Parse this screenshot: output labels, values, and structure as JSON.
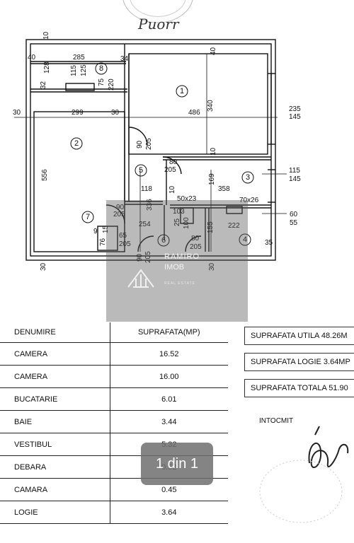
{
  "plan": {
    "signature_top": "Puorr",
    "rooms": [
      "1",
      "2",
      "3",
      "4",
      "5",
      "6",
      "7",
      "8"
    ],
    "dims": {
      "d40a": "40",
      "d285": "285",
      "d34": "34",
      "d10a": "10",
      "d40b": "40",
      "d10b": "10",
      "d128": "128",
      "d115": "115",
      "d125": "125",
      "d32": "32",
      "d75": "75",
      "d220": "220",
      "d30a": "30",
      "d299": "299",
      "d30b": "30",
      "d486": "486",
      "d340": "340",
      "d235": "235",
      "d145a": "145",
      "d556": "556",
      "d90a": "90",
      "d205a": "205",
      "d80a": "80",
      "d205b": "205",
      "d115b": "115",
      "d145b": "145",
      "d118": "118",
      "d169": "169",
      "d10c": "10",
      "d358": "358",
      "d50x23": "50x23",
      "d70x26": "70x26",
      "d336": "336",
      "d90b": "90",
      "d205c": "205",
      "d103": "103",
      "d25": "25",
      "d100": "100",
      "d60": "60",
      "d55": "55",
      "d9": "9",
      "d15": "15",
      "d65": "65",
      "d254": "254",
      "d155": "155",
      "d222": "222",
      "d76": "76",
      "d205d": "205",
      "d80b": "80",
      "d205e": "205",
      "d35": "35",
      "d90c": "90",
      "d205f": "205",
      "d30c": "30",
      "d30d": "30"
    }
  },
  "watermark": {
    "brand": "RAMIRO",
    "sub": "IMOB",
    "tag": "REAL ESTATE"
  },
  "table": {
    "header": {
      "name": "DENUMIRE",
      "value": "SUPRAFATA(MP)"
    },
    "rows": [
      {
        "name": "CAMERA",
        "value": "16.52"
      },
      {
        "name": "CAMERA",
        "value": "16.00"
      },
      {
        "name": "BUCATARIE",
        "value": "6.01"
      },
      {
        "name": "BAIE",
        "value": "3.44"
      },
      {
        "name": "VESTIBUL",
        "value": "5.32"
      },
      {
        "name": "DEBARA",
        "value": "0.52"
      },
      {
        "name": "CAMARA",
        "value": "0.45"
      },
      {
        "name": "LOGIE",
        "value": "3.64"
      }
    ]
  },
  "summary": {
    "utila": "SUPRAFATA UTILA  48.26M",
    "logie": "SUPRAFATA LOGIE 3.64MP",
    "totala": "SUPRAFATA TOTALA  51.90"
  },
  "intocmit": "INTOCMIT",
  "pager": "1 din 1"
}
